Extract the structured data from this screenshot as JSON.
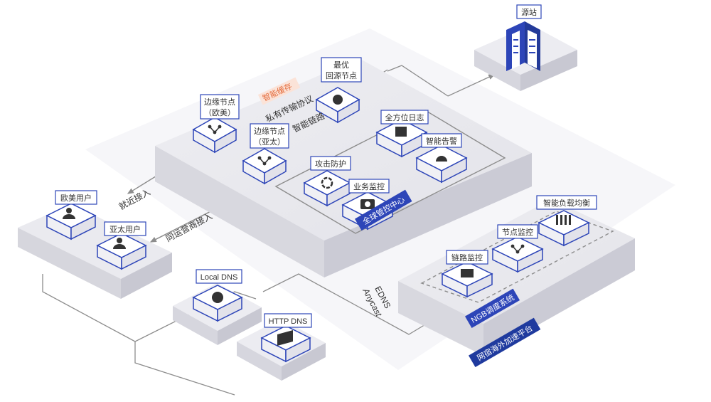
{
  "labels": {
    "origin": "源站",
    "best_node": [
      "最优",
      "回源节点"
    ],
    "edge_eu": [
      "边缘节点",
      "（欧美）"
    ],
    "edge_ap": [
      "边缘节点",
      "（亚太）"
    ],
    "full_log": "全方位日志",
    "smart_alert": "智能告警",
    "attack_defense": "攻击防护",
    "biz_monitor": "业务监控",
    "user_eu": "欧美用户",
    "user_ap": "亚太用户",
    "local_dns": "Local DNS",
    "http_dns": "HTTP DNS",
    "lb": "智能负载均衡",
    "node_monitor": "节点监控",
    "link_monitor": "链路监控"
  },
  "annotations": {
    "smart_cache": "智能缓存",
    "private_protocol": "私有传输协议",
    "smart_link": "智能链路",
    "nearby_access": "就近接入",
    "same_isp_access": "同运营商接入",
    "edns": "EDNS",
    "anycast": "Anycast"
  },
  "banners": {
    "control_center": "全球管控中心",
    "ngb_system": "NGB调度系统",
    "platform": "网宿海外加速平台"
  },
  "colors": {
    "blue": "#2d45b8",
    "dark_banner": "#1f3a9e",
    "orange": "#e46a3a",
    "line": "#8d8d8d"
  }
}
